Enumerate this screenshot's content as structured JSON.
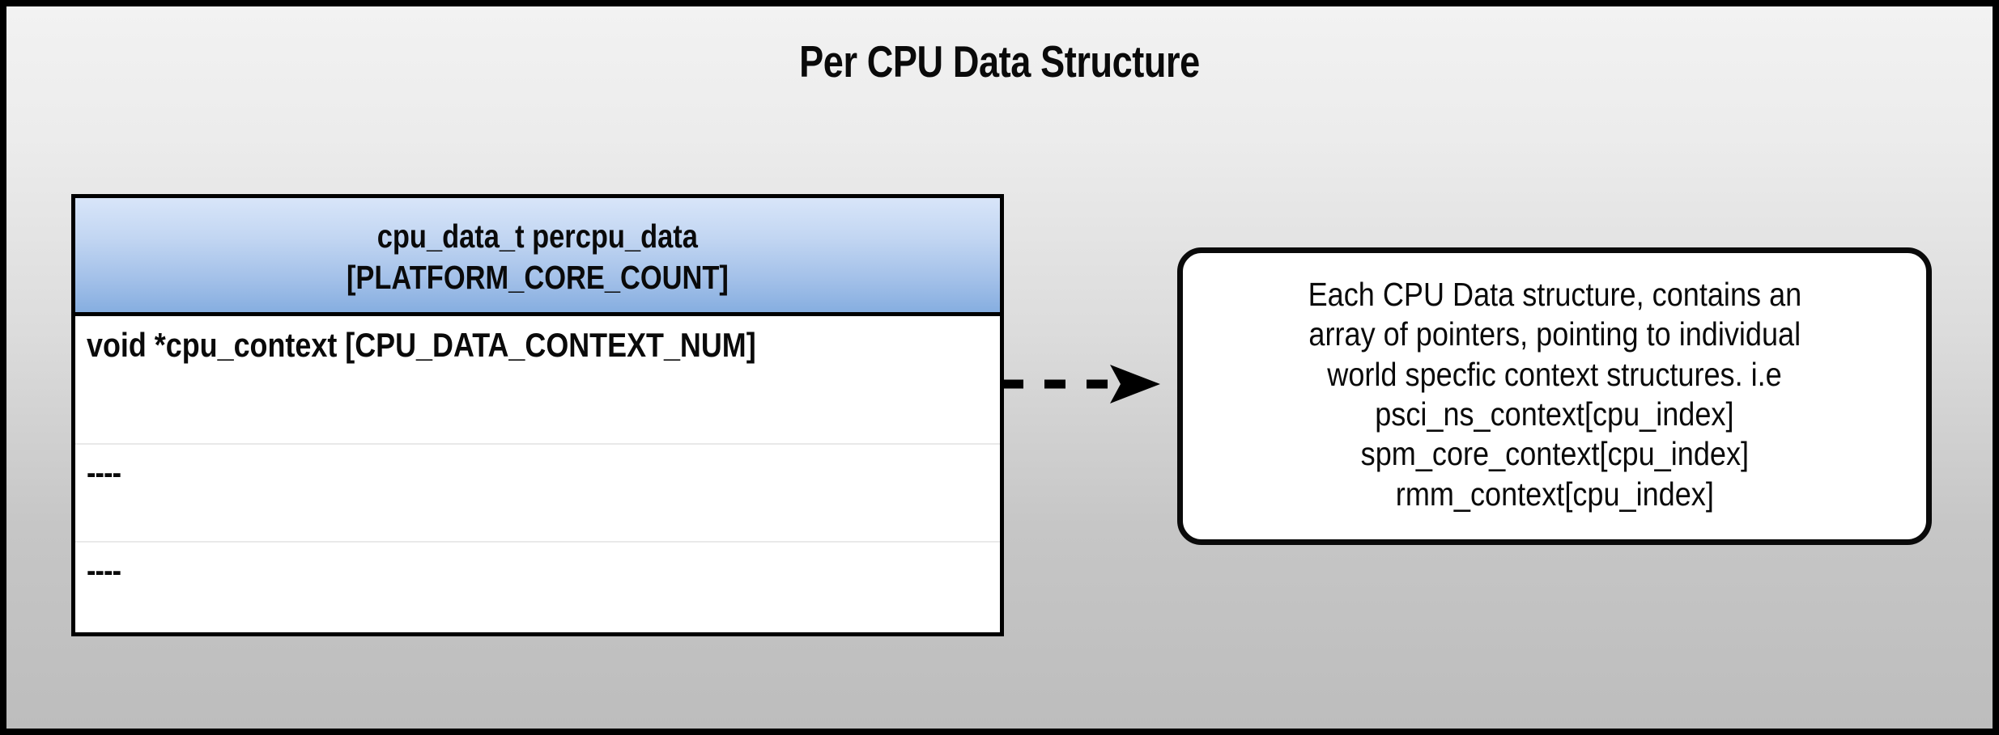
{
  "title": "Per CPU Data Structure",
  "colors": {
    "header_gradient_top": "#d8e5f9",
    "header_gradient_bottom": "#86aee0",
    "border": "#000000",
    "body_background": "#ffffff",
    "row_divider": "#e9e9e9",
    "canvas_gradient_top": "#f2f2f2",
    "canvas_gradient_bottom": "#bdbdbd",
    "text": "#0a0a0a"
  },
  "struct_table": {
    "header": {
      "line1": "cpu_data_t percpu_data",
      "line2": "[PLATFORM_CORE_COUNT]"
    },
    "rows": [
      {
        "text": "void *cpu_context [CPU_DATA_CONTEXT_NUM]"
      },
      {
        "text": "----"
      },
      {
        "text": "----"
      }
    ]
  },
  "connector": {
    "style": "dashed",
    "arrowhead": "filled-concave",
    "direction": "right",
    "icon": "dashed-arrow-right-icon"
  },
  "callout": {
    "lines": [
      "Each CPU Data structure, contains an",
      "array of pointers, pointing to individual",
      "world specfic context structures. i.e",
      "psci_ns_context[cpu_index]",
      "spm_core_context[cpu_index]",
      "rmm_context[cpu_index]"
    ]
  }
}
